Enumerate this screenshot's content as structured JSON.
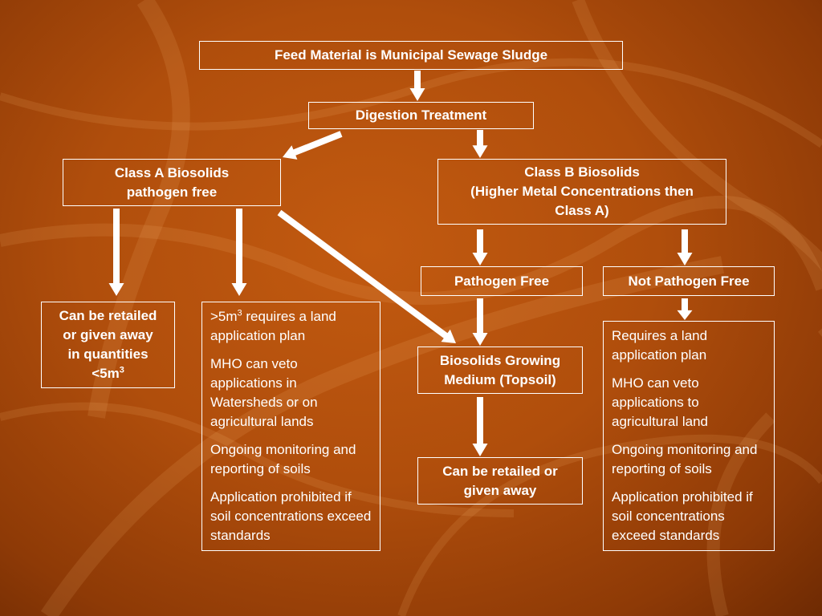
{
  "slide": {
    "feed": {
      "text": "Feed Material is Municipal Sewage Sludge"
    },
    "digestion": {
      "text": "Digestion Treatment"
    },
    "class_a": {
      "line1": "Class A Biosolids",
      "line2": "pathogen free"
    },
    "class_b": {
      "line1": "Class B Biosolids",
      "line2": "(Higher Metal Concentrations then",
      "line3": "Class A)"
    },
    "pathogen_free": {
      "text": "Pathogen Free"
    },
    "not_pathogen_free": {
      "text": "Not Pathogen Free"
    },
    "retail_small": {
      "line1": "Can be retailed",
      "line2": "or given away",
      "line3": "in quantities",
      "line4_prefix": "<5m",
      "line4_sup": "3"
    },
    "class_a_land": {
      "item1_prefix": ">5m",
      "item1_sup": "3",
      "item1_rest": " requires a land application plan",
      "item2": "MHO can veto applications in Watersheds or on agricultural lands",
      "item3": "Ongoing monitoring and reporting of soils",
      "item4": "Application prohibited if soil concentrations exceed standards"
    },
    "growing_medium": {
      "line1": "Biosolids Growing",
      "line2": "Medium (Topsoil)"
    },
    "retail_any": {
      "line1": "Can be retailed or",
      "line2": "given away"
    },
    "class_b_land": {
      "item1": "Requires a land application plan",
      "item2": "MHO can veto applications to agricultural land",
      "item3": "Ongoing monitoring and reporting of soils",
      "item4": "Application prohibited if soil concentrations exceed standards"
    }
  },
  "colors": {
    "background": "#b04e0c",
    "foreground": "#ffffff"
  }
}
